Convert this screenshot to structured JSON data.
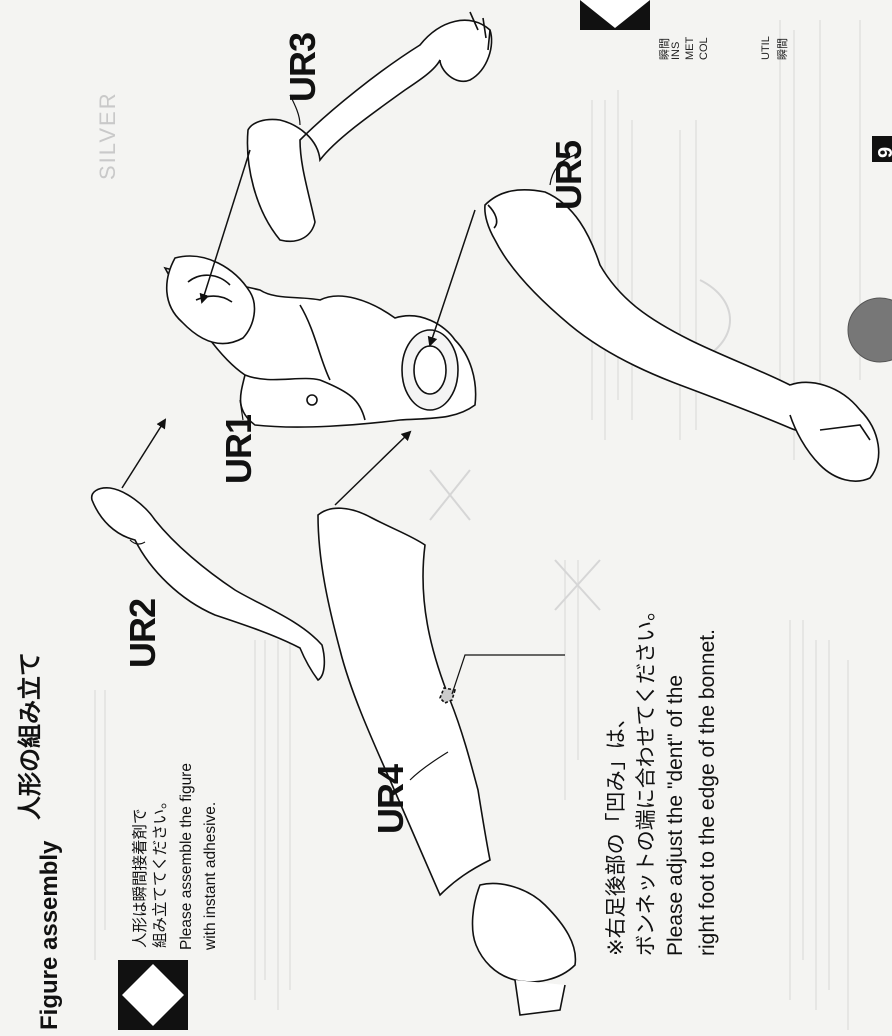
{
  "header": {
    "title_jp": "人形の組み立て",
    "title_en": "Figure assembly"
  },
  "instruction": {
    "line1": "人形は瞬間接着剤で",
    "line2": "組み立ててください。",
    "line3": "Please assemble the figure",
    "line4": "with instant adhesive."
  },
  "parts": {
    "ur1": "UR1",
    "ur2": "UR2",
    "ur3": "UR3",
    "ur4": "UR4",
    "ur5": "UR5"
  },
  "note": {
    "line1": "※右足後部の「凹み」は、",
    "line2": "ボンネットの端に合わせてください。",
    "line3": "Please adjust the \"dent\" of the",
    "line4": "right foot to the edge of the bonnet."
  },
  "side_panel": {
    "l1": "瞬間",
    "l2": "INS",
    "l3": "MET",
    "l4": "COL",
    "l5": "UTIL",
    "l6": "瞬間"
  },
  "step_number": "9",
  "background_word": "SILVER"
}
